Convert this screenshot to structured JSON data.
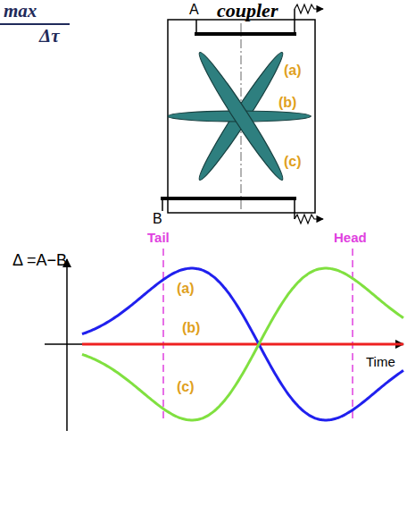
{
  "diagram": {
    "labels": [
      "max",
      "Δτ",
      "A",
      "coupler",
      "(a)",
      "(b)",
      "(c)",
      "B",
      "Δ =A−B",
      "Tail",
      "Head",
      "(a)",
      "(b)",
      "(c)",
      "Time"
    ]
  }
}
